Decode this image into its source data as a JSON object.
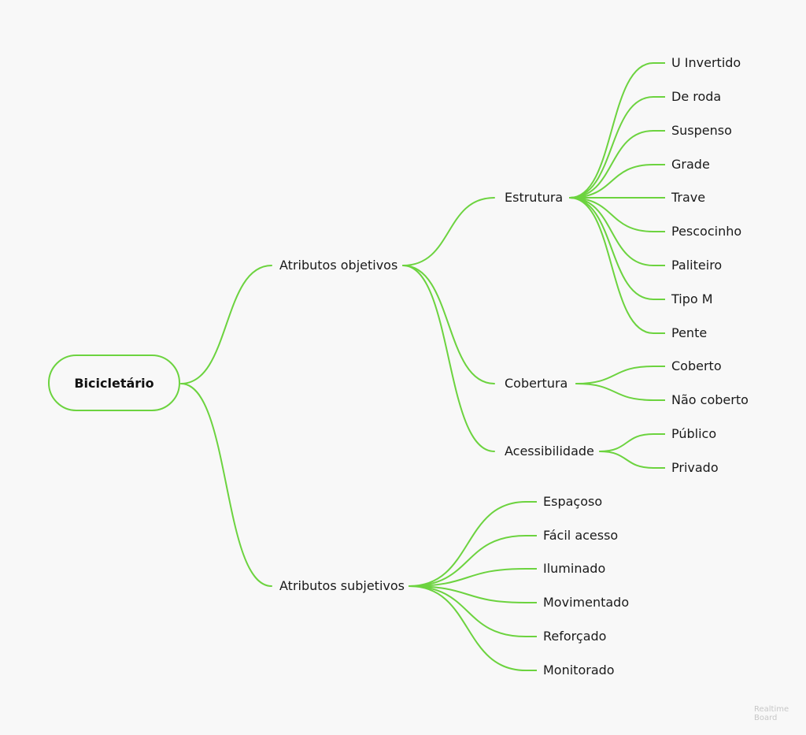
{
  "mindmap": {
    "root": "Bicicletário",
    "branches": [
      {
        "label": "Atributos objetivos",
        "children": [
          {
            "label": "Estrutura",
            "children": [
              "U Invertido",
              "De roda",
              "Suspenso",
              "Grade",
              "Trave",
              "Pescocinho",
              "Paliteiro",
              "Tipo M",
              "Pente"
            ]
          },
          {
            "label": "Cobertura",
            "children": [
              "Coberto",
              "Não coberto"
            ]
          },
          {
            "label": "Acessibilidade",
            "children": [
              "Público",
              "Privado"
            ]
          }
        ]
      },
      {
        "label": "Atributos subjetivos",
        "children": [
          "Espaçoso",
          "Fácil acesso",
          "Iluminado",
          "Movimentado",
          "Reforçado",
          "Monitorado"
        ]
      }
    ]
  },
  "colors": {
    "connector": "#6cd33f",
    "text": "#1a1a1a"
  },
  "watermark": {
    "line1": "Realtime",
    "line2": "Board"
  }
}
